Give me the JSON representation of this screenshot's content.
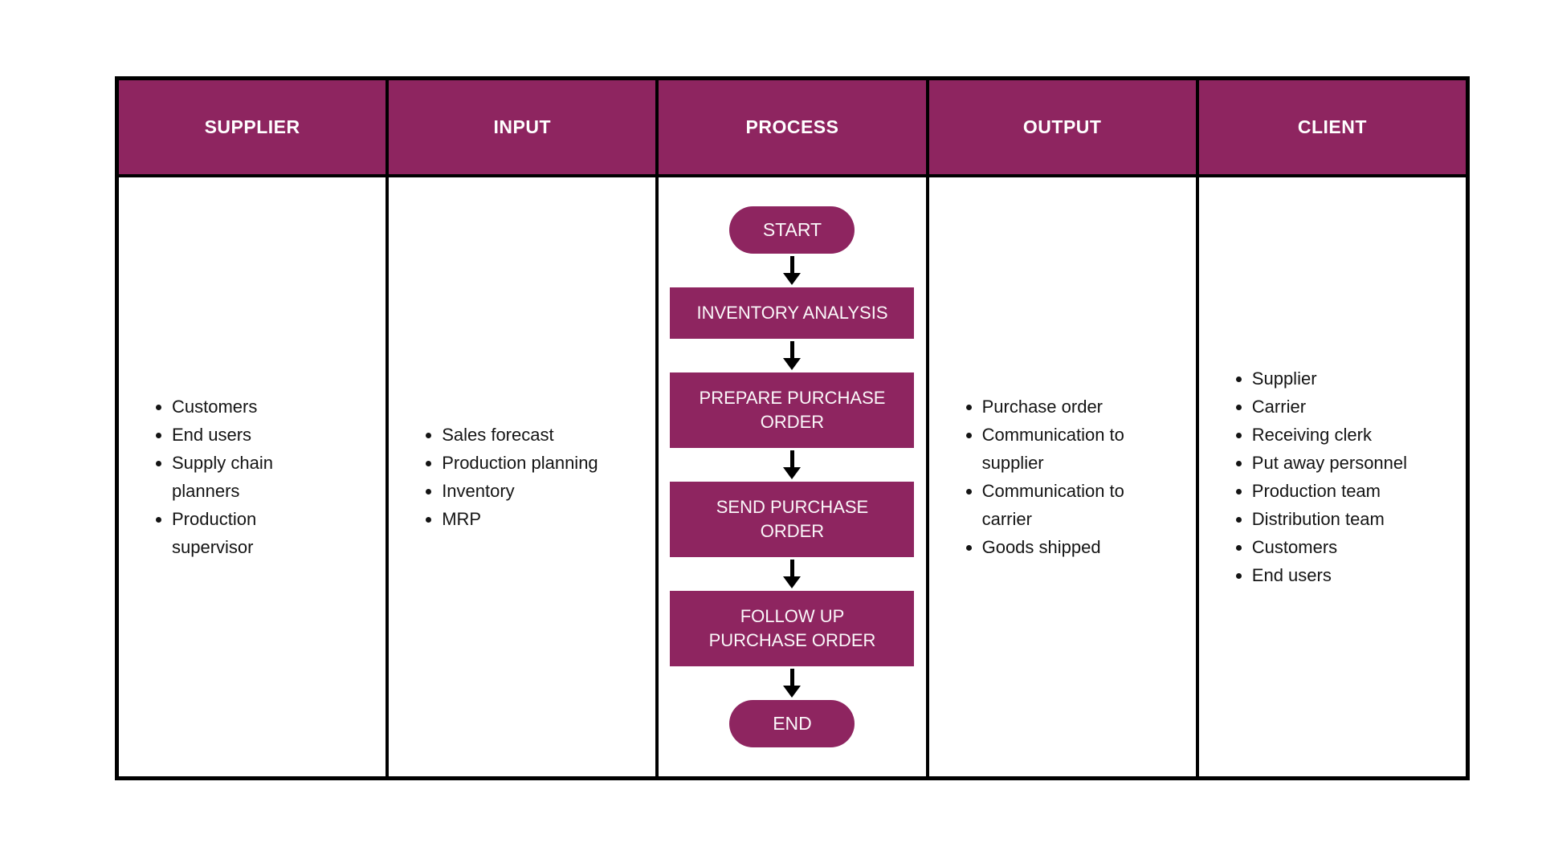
{
  "table": {
    "columns": [
      {
        "header": "SUPPLIER",
        "items": [
          "Customers",
          "End users",
          "Supply chain\nplanners",
          "Production\nsupervisor"
        ]
      },
      {
        "header": "INPUT",
        "items": [
          "Sales forecast",
          "Production planning",
          "Inventory",
          "MRP"
        ]
      },
      {
        "header": "PROCESS",
        "items": []
      },
      {
        "header": "OUTPUT",
        "items": [
          "Purchase order",
          "Communication to\nsupplier",
          "Communication to\ncarrier",
          "Goods shipped"
        ]
      },
      {
        "header": "CLIENT",
        "items": [
          "Supplier",
          "Carrier",
          "Receiving clerk",
          "Put away personnel",
          "Production team",
          "Distribution team",
          "Customers",
          "End users"
        ]
      }
    ]
  },
  "flowchart": {
    "start_label": "START",
    "steps": [
      "INVENTORY ANALYSIS",
      "PREPARE PURCHASE\nORDER",
      "SEND PURCHASE\nORDER",
      "FOLLOW UP\nPURCHASE ORDER"
    ],
    "end_label": "END"
  },
  "colors": {
    "accent": "#8E2560",
    "border": "#000000",
    "text": "#141414",
    "shape_text": "#FBF8FA",
    "background": "#FFFFFF"
  }
}
